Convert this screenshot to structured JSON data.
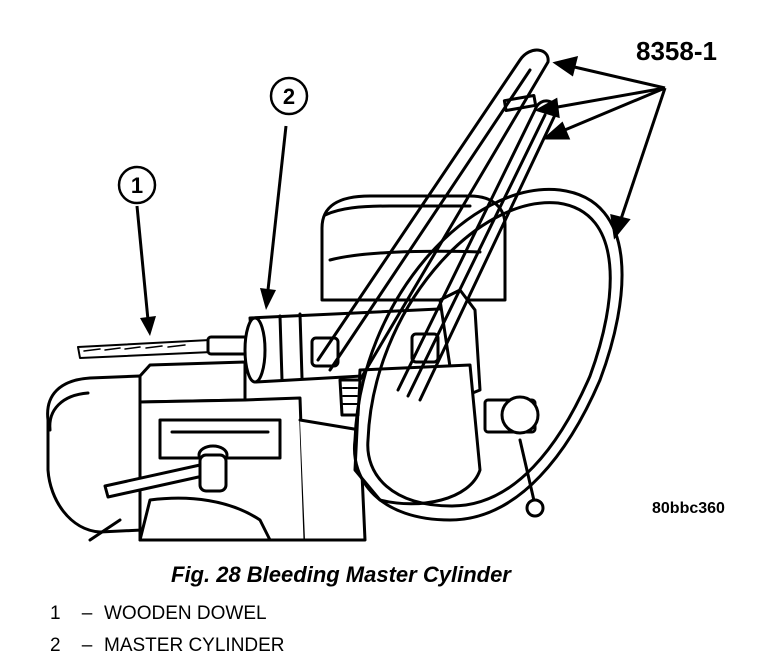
{
  "figure": {
    "part_number": "8358-1",
    "code": "80bbc360",
    "caption": "Fig. 28 Bleeding Master Cylinder"
  },
  "callouts": [
    {
      "number": "1"
    },
    {
      "number": "2"
    }
  ],
  "legend": [
    {
      "number": "1",
      "dash": "–",
      "label": "WOODEN DOWEL"
    },
    {
      "number": "2",
      "dash": "–",
      "label": "MASTER CYLINDER"
    }
  ]
}
